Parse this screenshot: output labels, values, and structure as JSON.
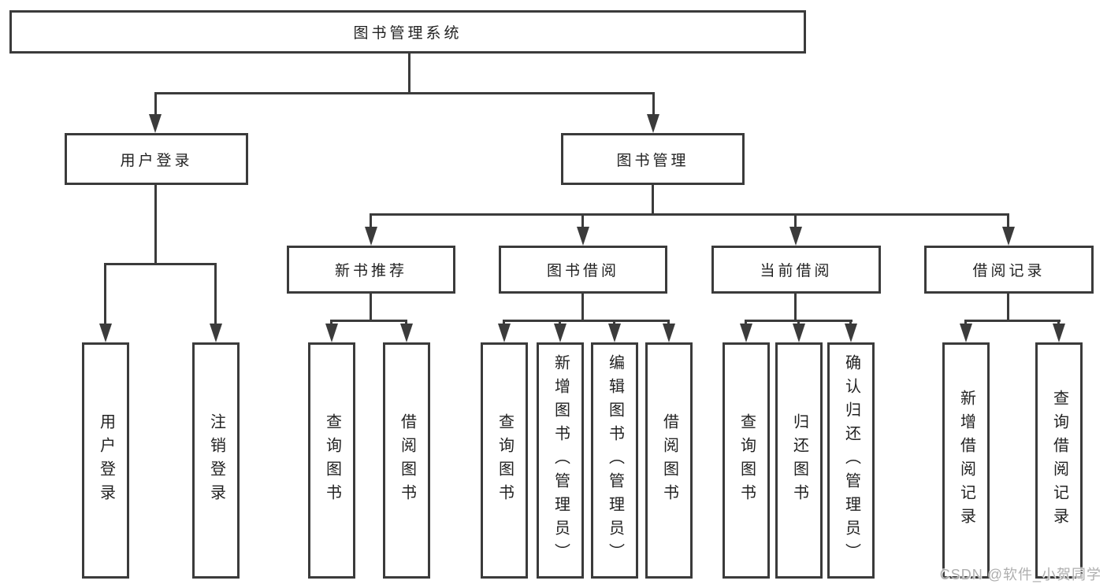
{
  "tree": {
    "label": "图书管理系统",
    "children": [
      {
        "label": "用户登录",
        "children": [
          {
            "label": "用户登录"
          },
          {
            "label": "注销登录"
          }
        ]
      },
      {
        "label": "图书管理",
        "children": [
          {
            "label": "新书推荐",
            "children": [
              {
                "label": "查询图书"
              },
              {
                "label": "借阅图书"
              }
            ]
          },
          {
            "label": "图书借阅",
            "children": [
              {
                "label": "查询图书"
              },
              {
                "label": "新增图书（管理员）"
              },
              {
                "label": "编辑图书（管理员）"
              },
              {
                "label": "借阅图书"
              }
            ]
          },
          {
            "label": "当前借阅",
            "children": [
              {
                "label": "查询图书"
              },
              {
                "label": "归还图书"
              },
              {
                "label": "确认归还（管理员）"
              }
            ]
          },
          {
            "label": "借阅记录",
            "children": [
              {
                "label": "新增借阅记录"
              },
              {
                "label": "查询借阅记录"
              }
            ]
          }
        ]
      }
    ]
  },
  "watermark": {
    "text": "CSDN @软件_小贺同学"
  },
  "colors": {
    "line": "#3b3b3b",
    "box_border": "#3b3b3b",
    "text": "#222222",
    "background": "#ffffff",
    "watermark": "#aeaeae"
  }
}
